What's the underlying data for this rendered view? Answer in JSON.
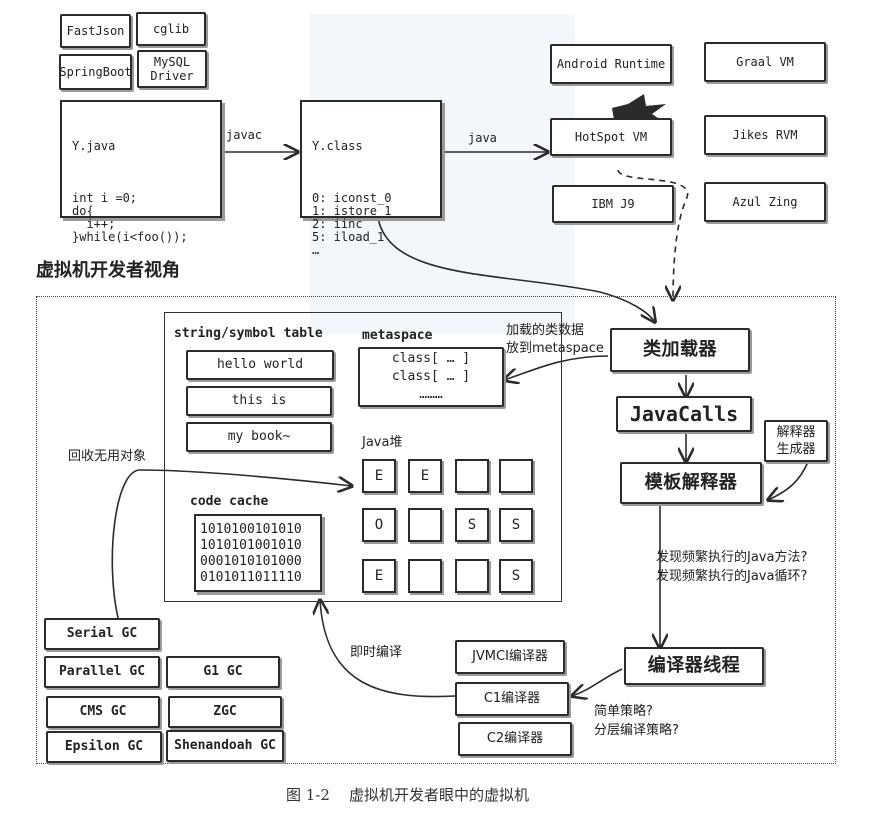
{
  "libraries": [
    "FastJson",
    "cglib",
    "SpringBoot",
    "MySQL\nDriver"
  ],
  "source_file": {
    "title": "Y.java",
    "code": "int i =0;\ndo{\n  i++;\n}while(i<foo());"
  },
  "class_file": {
    "title": "Y.class",
    "code": "0: iconst_0\n1: istore_1\n2: iinc\n5: iload_1\n…"
  },
  "arrows": {
    "javac": "javac",
    "java": "java"
  },
  "vms": [
    "Android Runtime",
    "Graal VM",
    "HotSpot VM",
    "Jikes RVM",
    "IBM J9",
    "Azul Zing"
  ],
  "section_heading": "虚拟机开发者视角",
  "string_table": {
    "title": "string/symbol table",
    "items": [
      "hello world",
      "this is",
      "my book~"
    ]
  },
  "metaspace": {
    "title": "metaspace",
    "content": "class[ … ]\nclass[ … ]\n………"
  },
  "load_note": "加载的类数据\n放到metaspace",
  "heap": {
    "title": "Java堆",
    "cells": [
      "E",
      "E",
      "",
      "",
      "O",
      "",
      "S",
      "S",
      "E",
      "",
      "",
      "S"
    ]
  },
  "code_cache": {
    "title": "code cache",
    "content": "1010100101010\n1010101001010\n0001010101000\n0101011011110"
  },
  "pipeline": {
    "class_loader": "类加载器",
    "java_calls": "JavaCalls",
    "template_interpreter": "模板解释器",
    "interpreter_generator": "解释器\n生成器",
    "compiler_thread": "编译器线程"
  },
  "hot_note": "发现频繁执行的Java方法?\n发现频繁执行的Java循环?",
  "gc_note": "回收无用对象",
  "jit_note": "即时编译",
  "strategy_note": "简单策略?\n分层编译策略?",
  "compilers": [
    "JVMCI编译器",
    "C1编译器",
    "C2编译器"
  ],
  "gcs": [
    "Serial GC",
    "Parallel GC",
    "G1 GC",
    "CMS GC",
    "ZGC",
    "Epsilon GC",
    "Shenandoah GC"
  ],
  "caption": "图 1-2    虚拟机开发者眼中的虚拟机"
}
